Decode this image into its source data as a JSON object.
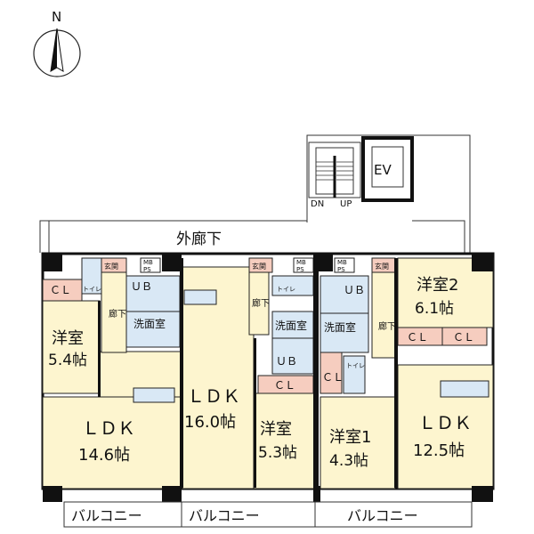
{
  "compass": {
    "north": "N"
  },
  "labels": {
    "corridor": "外廊下",
    "elevator": "EV",
    "stair_dn": "DN",
    "stair_up": "UP",
    "balcony_1": "バルコニー",
    "balcony_2": "バルコニー",
    "balcony_3": "バルコニー"
  },
  "units": [
    {
      "ldk": "ＬＤＫ",
      "ldk_size": "14.6帖",
      "bed": "洋室",
      "bed_size": "5.4帖",
      "cl": "ＣＬ",
      "toilet": "トイレ",
      "entrance": "玄関",
      "mb": "MB",
      "ps": "PS",
      "ub": "ＵＢ",
      "wash": "洗面室",
      "hall": "廊下"
    },
    {
      "ldk": "ＬＤＫ",
      "ldk_size": "16.0帖",
      "bed": "洋室",
      "bed_size": "5.3帖",
      "cl": "ＣＬ",
      "toilet": "トイレ",
      "entrance": "玄関",
      "mb": "MB",
      "ps": "PS",
      "ub": "ＵＢ",
      "wash": "洗面室",
      "hall": "廊下"
    },
    {
      "ldk": "ＬＤＫ",
      "ldk_size": "12.5帖",
      "bed1": "洋室1",
      "bed1_size": "4.3帖",
      "bed2": "洋室2",
      "bed2_size": "6.1帖",
      "cl": "ＣＬ",
      "cl_a": "ＣＬ",
      "cl_b": "ＣＬ",
      "toilet": "トイレ",
      "entrance": "玄関",
      "mb": "MB",
      "ps": "PS",
      "ub": "ＵＢ",
      "wash": "洗面室",
      "hall": "廊下"
    }
  ],
  "colors": {
    "room": "#fdf5cf",
    "wet": "#d9e8f5",
    "closet": "#f6cdbf",
    "wall": "#111111"
  }
}
